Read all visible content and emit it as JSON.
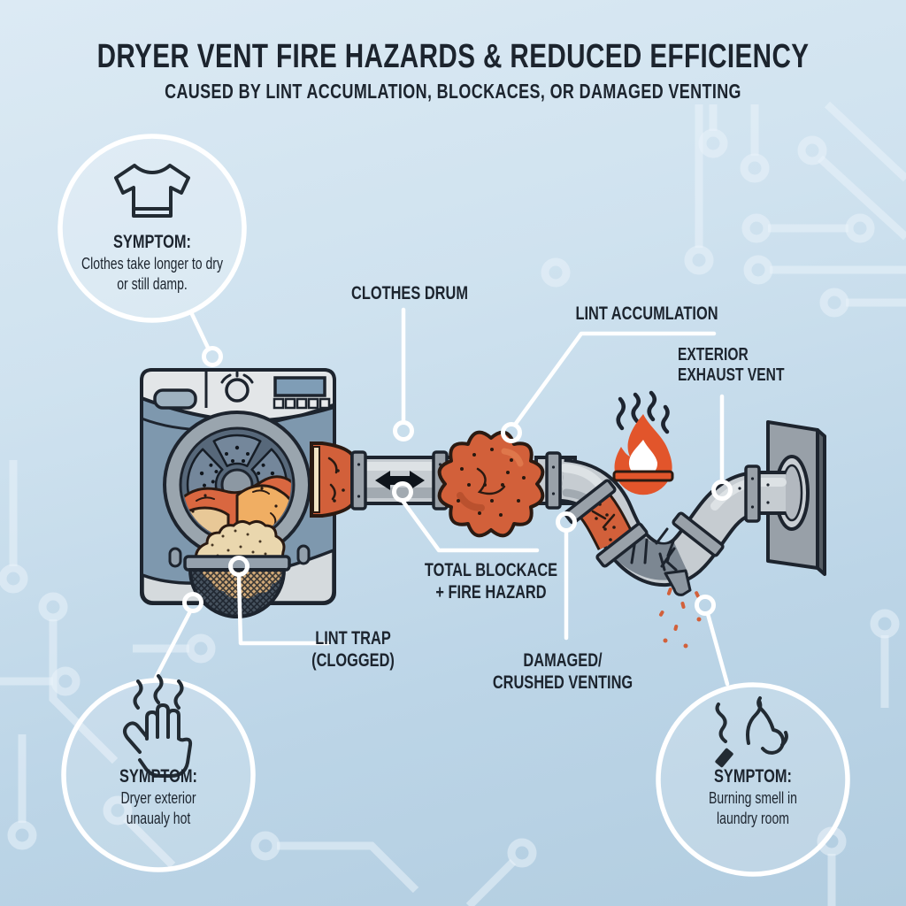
{
  "header": {
    "title": "DRYER VENT FIRE HAZARDS & REDUCED EFFICIENCY",
    "subtitle": "CAUSED BY LINT ACCUMLATION, BLOCKACES, OR DAMAGED VENTING"
  },
  "labels": {
    "clothes_drum": "CLOTHES DRUM",
    "lint_accumulation": "LINT ACCUMLATION",
    "exterior_vent": [
      "EXTERIOR",
      "EXHAUST VENT"
    ],
    "total_blockage": [
      "TOTAL BLOCKACE",
      "+ FIRE HAZARD"
    ],
    "lint_trap": [
      "LINT TRAP",
      "(CLOGGED)"
    ],
    "damaged_venting": [
      "DAMAGED/",
      "CRUSHED VENTING"
    ]
  },
  "symptoms": [
    {
      "icon": "t-shirt-icon",
      "heading": "SYMPTOM:",
      "lines": [
        "Clothes take longer to dry",
        "or still damp."
      ]
    },
    {
      "icon": "hot-hand-icon",
      "heading": "SYMPTOM:",
      "lines": [
        "Dryer exterior",
        "unaualy hot"
      ]
    },
    {
      "icon": "smoke-icon",
      "heading": "SYMPTOM:",
      "lines": [
        "Burning smell in",
        "laundry room"
      ]
    }
  ],
  "colors": {
    "background_top": "#dceaf4",
    "background_bottom": "#b2cde0",
    "accent_orange": "#d2603a",
    "flame_orange": "#e2552b",
    "outline_dark": "#1d242e",
    "callout_white": "#ffffff",
    "text_dark": "#1c242e",
    "dryer_body_blue": "#7e98ae",
    "duct_gray": "#c6ccd1"
  }
}
